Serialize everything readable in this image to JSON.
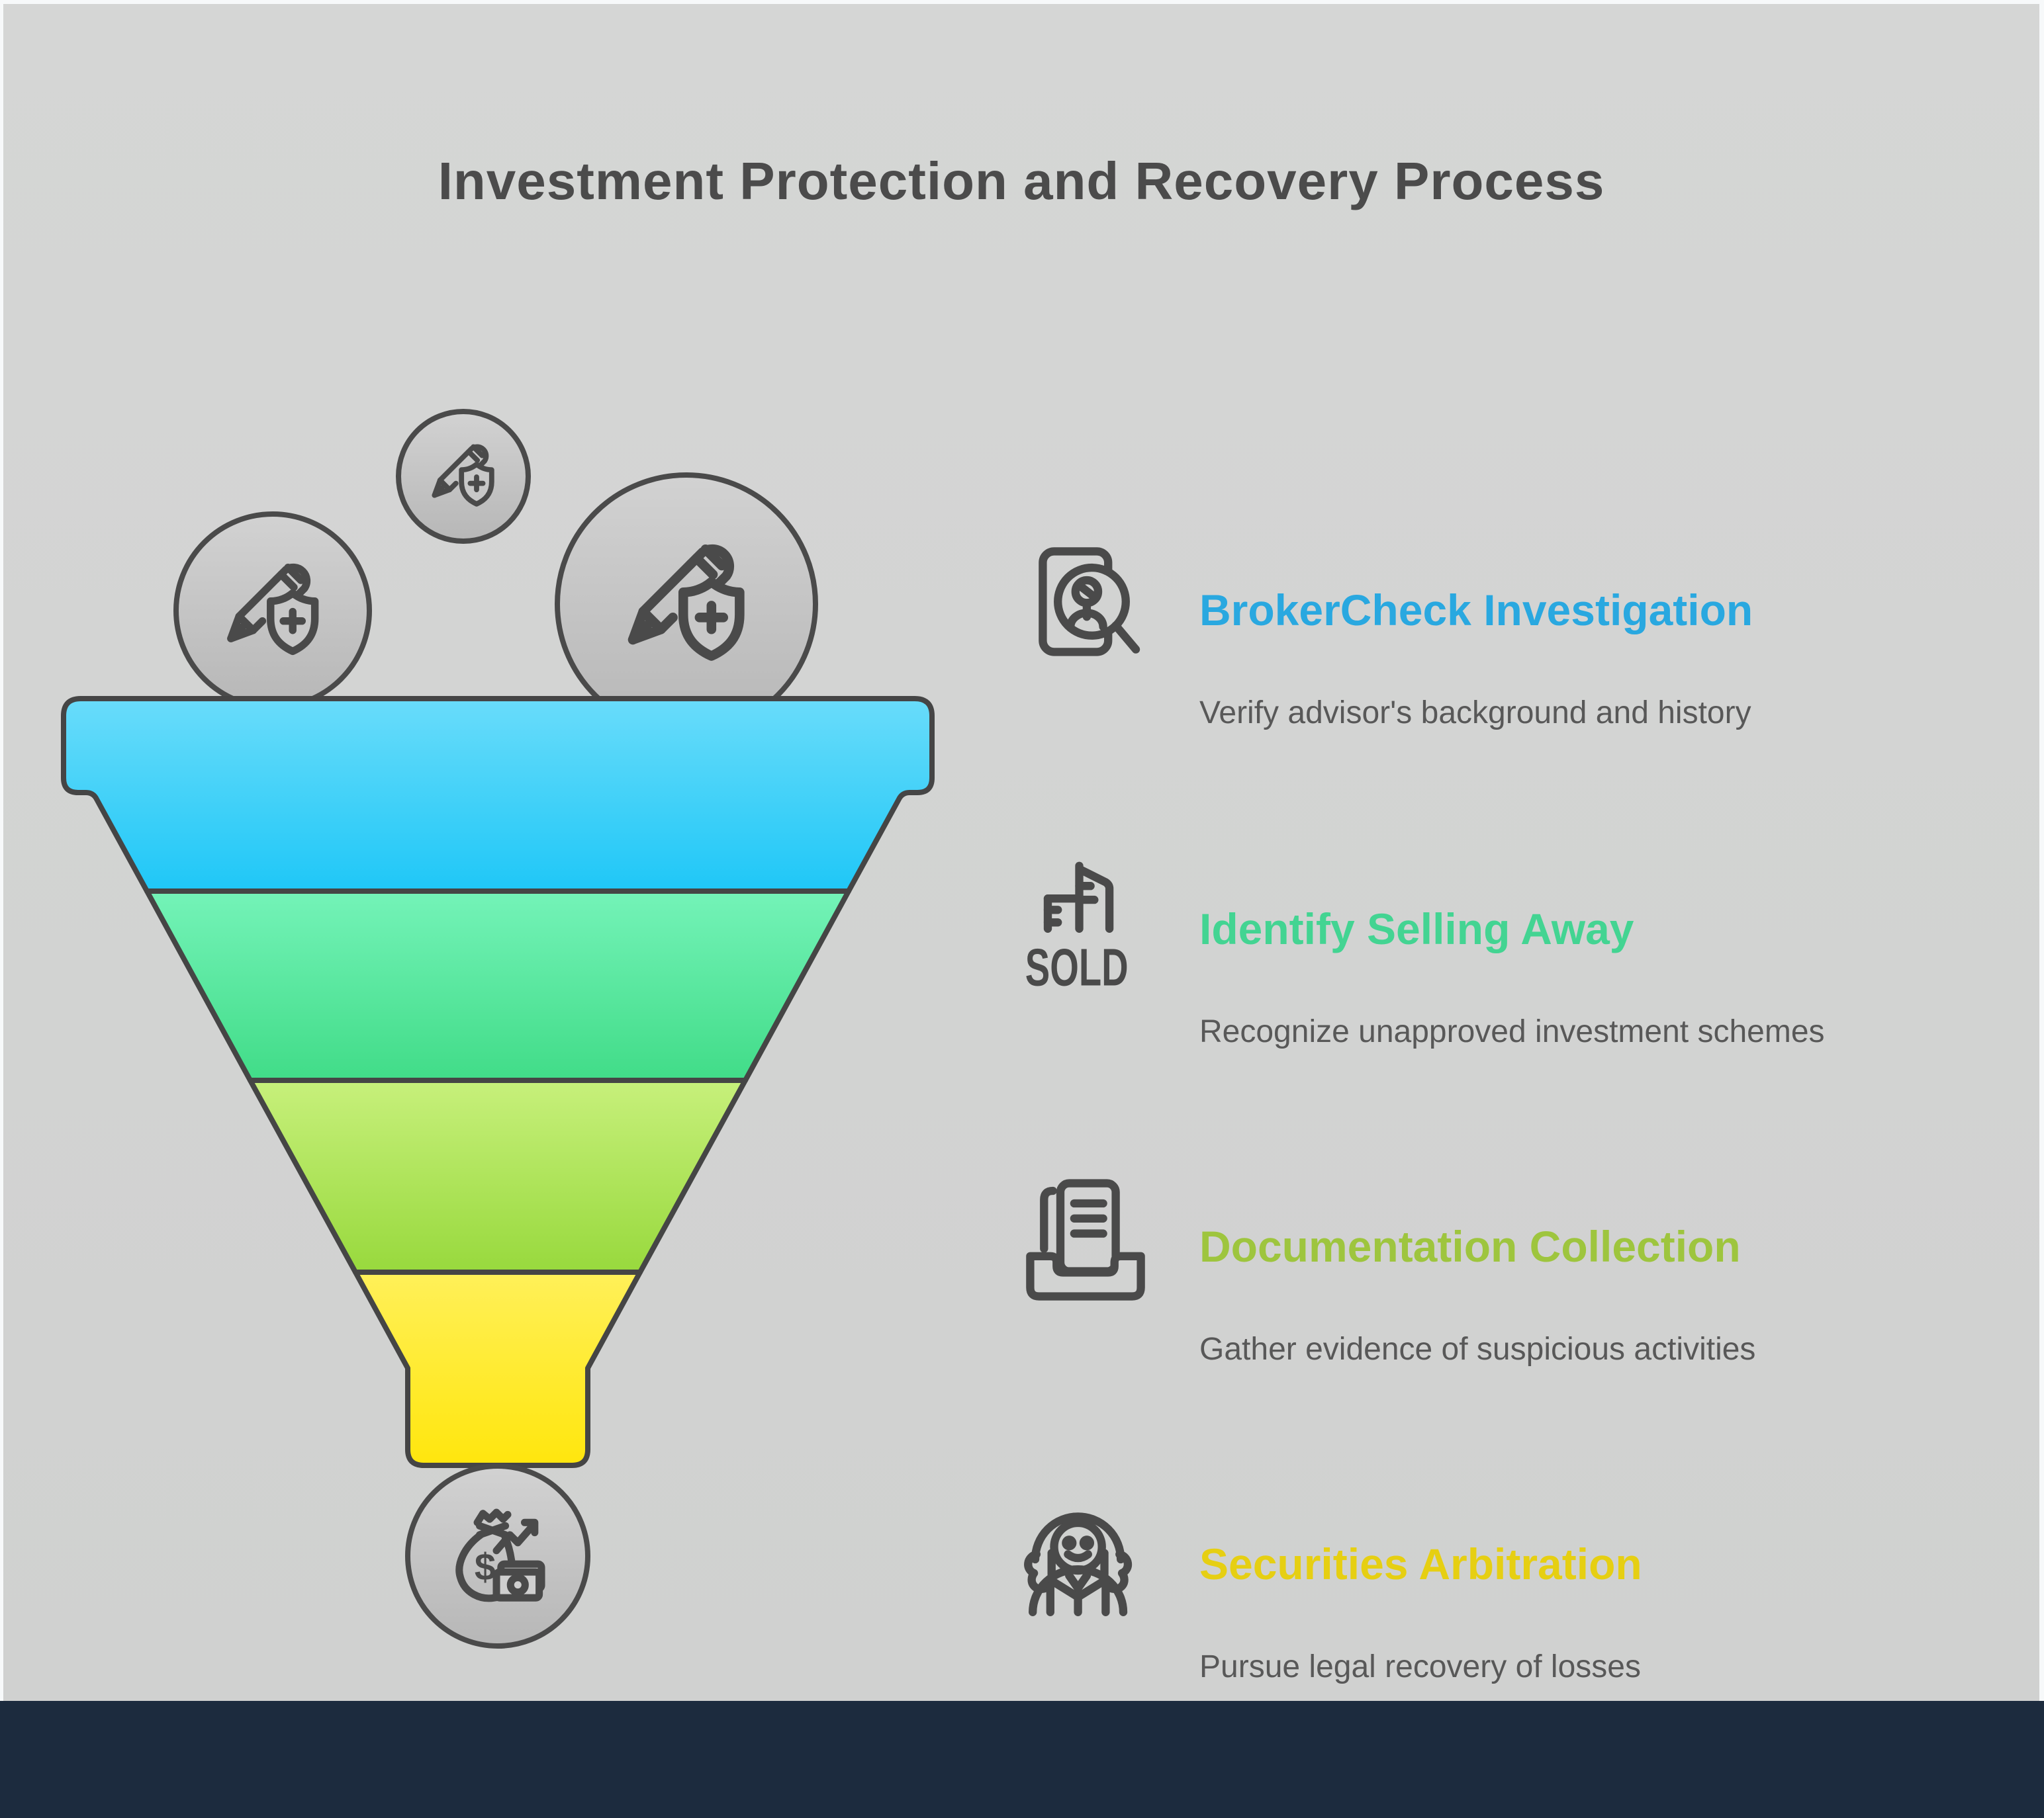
{
  "page": {
    "title": "Investment Protection and Recovery Process",
    "title_color": "#4b4b4b",
    "panel_background": "#d2d3d2",
    "outer_background": "#f7f9fa",
    "footer_color": "#1c2b3e"
  },
  "funnel": {
    "stroke_color": "#454545",
    "bubble_fill_top": "#d2d2d2",
    "bubble_fill_bottom": "#b7b7b7",
    "layers": [
      {
        "label": "BrokerCheck Investigation",
        "color_top": "#69dcfa",
        "color_bottom": "#1fc7f7"
      },
      {
        "label": "Identify Selling Away",
        "color_top": "#74f3b8",
        "color_bottom": "#41dc88"
      },
      {
        "label": "Documentation Collection",
        "color_top": "#c7f07b",
        "color_bottom": "#98d93d"
      },
      {
        "label": "Securities Arbitration",
        "color_top": "#fff059",
        "color_bottom": "#ffe60d"
      }
    ],
    "money_symbol": "$"
  },
  "steps": [
    {
      "icon": "id-card-magnifier-icon",
      "title": "BrokerCheck Investigation",
      "title_color": "#29a8e0",
      "subtitle": "Verify advisor's background and history"
    },
    {
      "icon": "sold-building-icon",
      "icon_label": "SOLD",
      "title": "Identify Selling Away",
      "title_color": "#43d492",
      "subtitle": "Recognize unapproved investment schemes"
    },
    {
      "icon": "document-tray-icon",
      "title": "Documentation Collection",
      "title_color": "#9ec53e",
      "subtitle": "Gather evidence of suspicious activities"
    },
    {
      "icon": "judge-icon",
      "title": "Securities Arbitration",
      "title_color": "#e6cf12",
      "subtitle": "Pursue legal recovery of losses"
    }
  ]
}
